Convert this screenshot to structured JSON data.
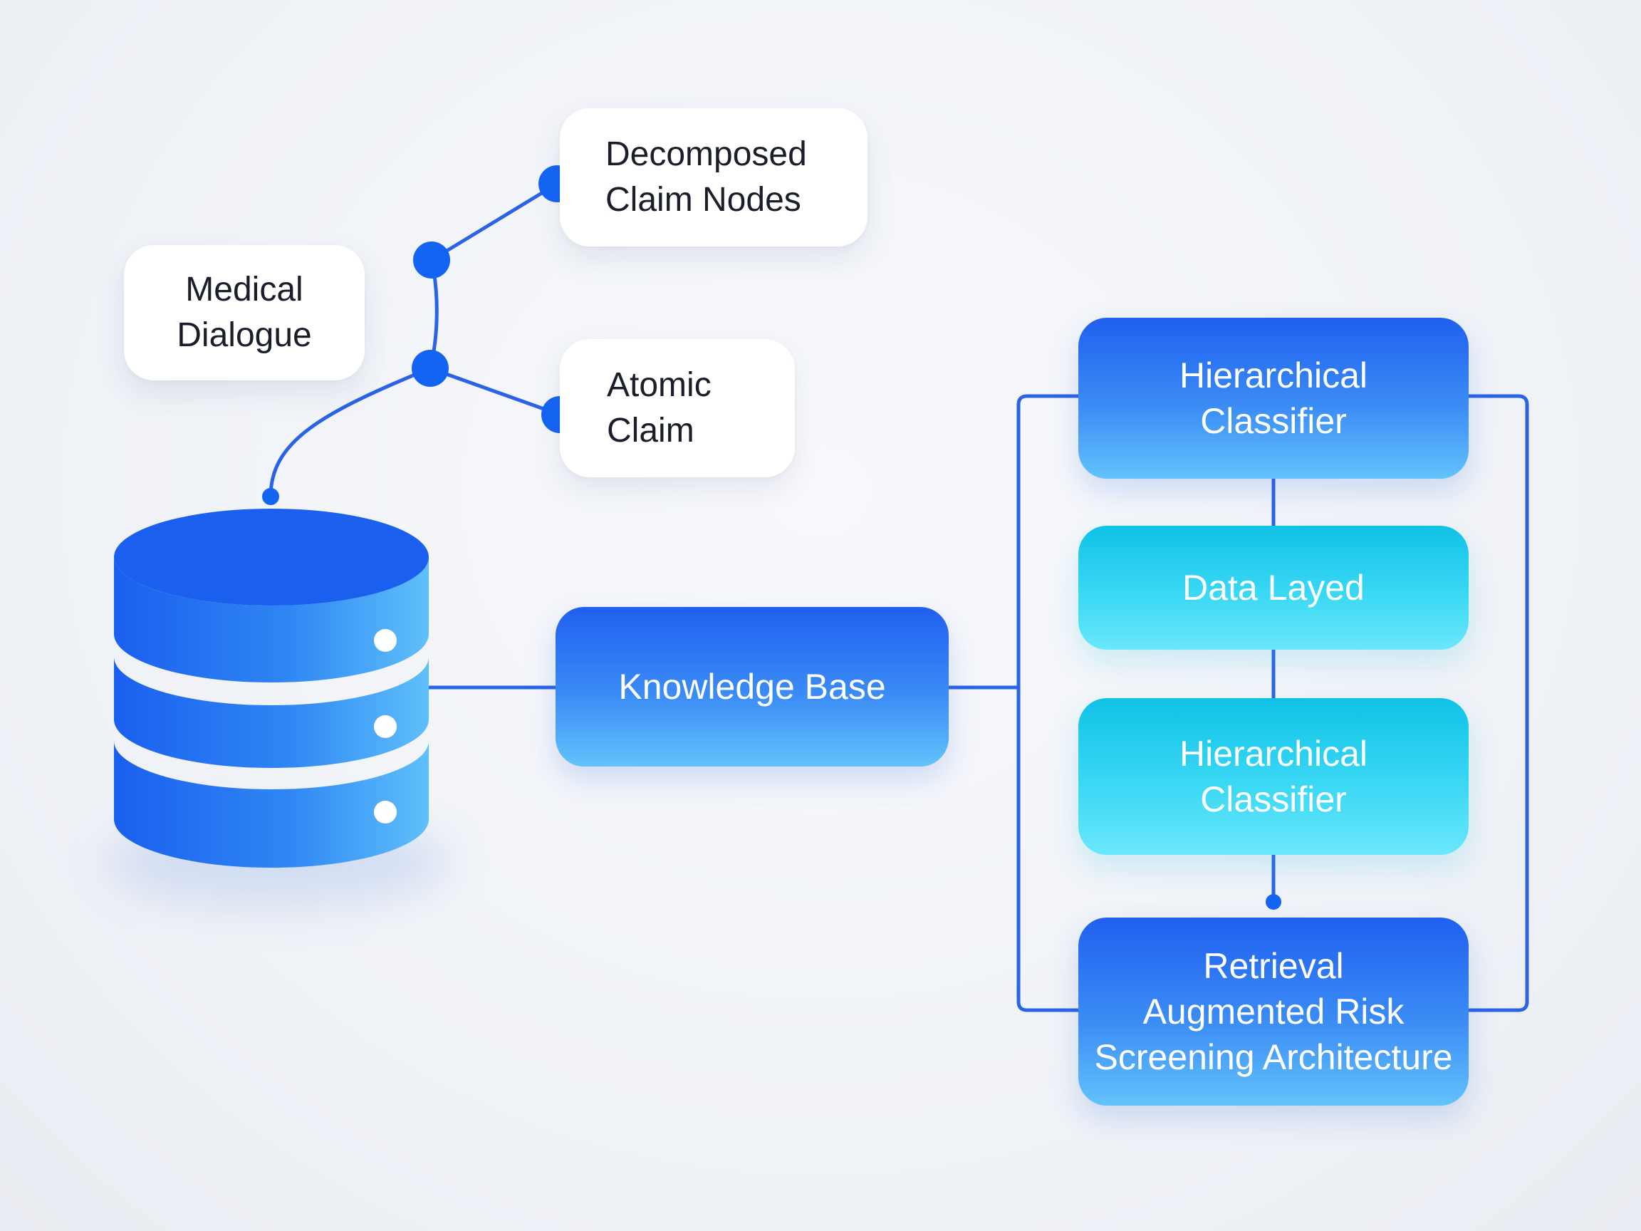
{
  "colors": {
    "connector": "#2b63e6",
    "node_dot": "#1464f4",
    "blue_card_top": "#1f60ef",
    "blue_card_bottom": "#63c2fb",
    "cyan_card_top": "#10c2e6",
    "cyan_card_bottom": "#6ae7fb",
    "database_top": "#1a5fee",
    "database_side_light": "#5fc0fb"
  },
  "icons": {
    "database": "database-cylinder-icon",
    "indicator": "server-light-icon"
  },
  "nodes": {
    "medical_dialogue": "Medical\nDialogue",
    "decomposed_claim_nodes": "Decomposed\nClaim Nodes",
    "atomic_claim": "Atomic\nClaim",
    "knowledge_base": "Knowledge Base",
    "hierarchical_classifier_top": "Hierarchical\nClassifier",
    "data_layer": "Data Layed",
    "hierarchical_classifier_mid": "Hierarchical\nClassifier",
    "retrieval_arch": "Retrieval\nAugmented Risk\nScreening Architecture"
  }
}
